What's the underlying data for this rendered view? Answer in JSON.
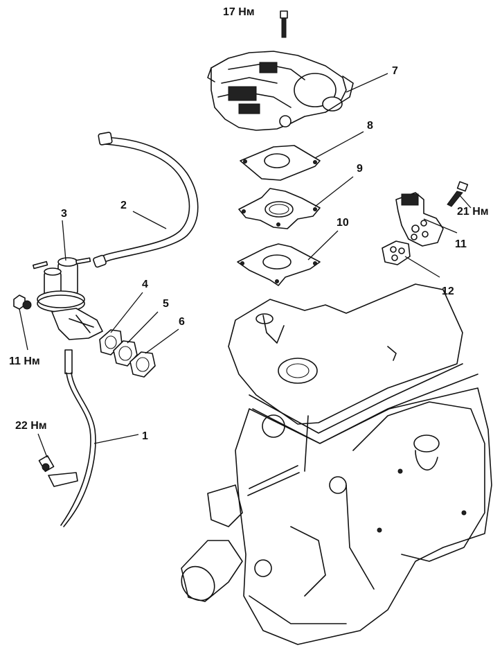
{
  "labels": {
    "torque_17": "17 Нм",
    "part_7": "7",
    "part_8": "8",
    "part_9": "9",
    "part_10": "10",
    "part_2": "2",
    "part_3": "3",
    "part_4": "4",
    "part_5": "5",
    "part_6": "6",
    "part_1": "1",
    "part_11": "11",
    "part_12": "12",
    "torque_11": "11 Нм",
    "torque_21": "21 Нм",
    "torque_22": "22 Нм"
  },
  "colors": {
    "ink": "#111111",
    "background": "#ffffff"
  }
}
